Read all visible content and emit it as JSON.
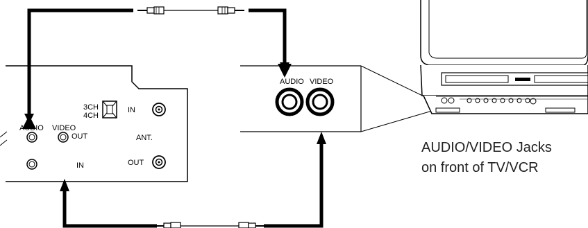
{
  "vcr_panel": {
    "channel_select_top": "3CH",
    "channel_select_bottom": "4CH",
    "audio_label": "AUDIO",
    "video_label": "VIDEO",
    "out_label": "OUT",
    "in_label": "IN",
    "ant_label": "ANT.",
    "ant_in_label": "IN",
    "ant_out_label": "OUT"
  },
  "tv_front_jacks": {
    "audio_label": "AUDIO",
    "video_label": "VIDEO"
  },
  "caption": {
    "line1": "AUDIO/VIDEO Jacks",
    "line2": "on front of TV/VCR"
  },
  "colors": {
    "line": "#000000",
    "background": "#ffffff"
  }
}
